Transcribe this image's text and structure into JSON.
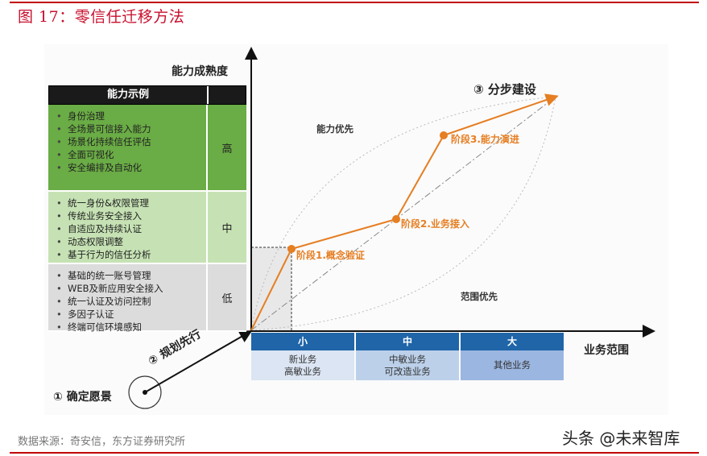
{
  "figure": {
    "title": "图 17：零信任迁移方法"
  },
  "axes": {
    "y_label": "能力成熟度",
    "x_label": "业务范围"
  },
  "capability_table": {
    "header": "能力示例",
    "rows": [
      {
        "level": "高",
        "color": "#6aac45",
        "items": [
          "身份治理",
          "全场景可信接入能力",
          "场景化持续信任评估",
          "全面可视化",
          "安全编排及自动化"
        ]
      },
      {
        "level": "中",
        "color": "#c6e2b4",
        "items": [
          "统一身份&权限管理",
          "传统业务安全接入",
          "自适应及持续认证",
          "动态权限调整",
          "基于行为的信任分析"
        ]
      },
      {
        "level": "低",
        "color": "#dcdcdc",
        "items": [
          "基础的统一账号管理",
          "WEB及新应用安全接入",
          "统一认证及访问控制",
          "多因子认证",
          "终端可信环境感知"
        ]
      }
    ]
  },
  "scope_table": {
    "columns": [
      {
        "header": "小",
        "line1": "新业务",
        "line2": "高敏业务"
      },
      {
        "header": "中",
        "line1": "中敏业务",
        "line2": "可改造业务"
      },
      {
        "header": "大",
        "line1": "其他业务",
        "line2": ""
      }
    ],
    "header_color": "#1f65a8"
  },
  "path": {
    "color": "#e67e22",
    "stages": [
      {
        "label": "阶段1.概念验证"
      },
      {
        "label": "阶段2.业务接入"
      },
      {
        "label": "阶段3.能力演进"
      }
    ]
  },
  "curves": {
    "capability_first": "能力优先",
    "scope_first": "范围优先"
  },
  "steps": {
    "step1": "① 确定愿景",
    "step2": "② 规划先行",
    "step3": "③ 分步建设"
  },
  "footer": {
    "source": "数据来源：奇安信，东方证券研究所",
    "watermark": "头条 @未来智库"
  }
}
